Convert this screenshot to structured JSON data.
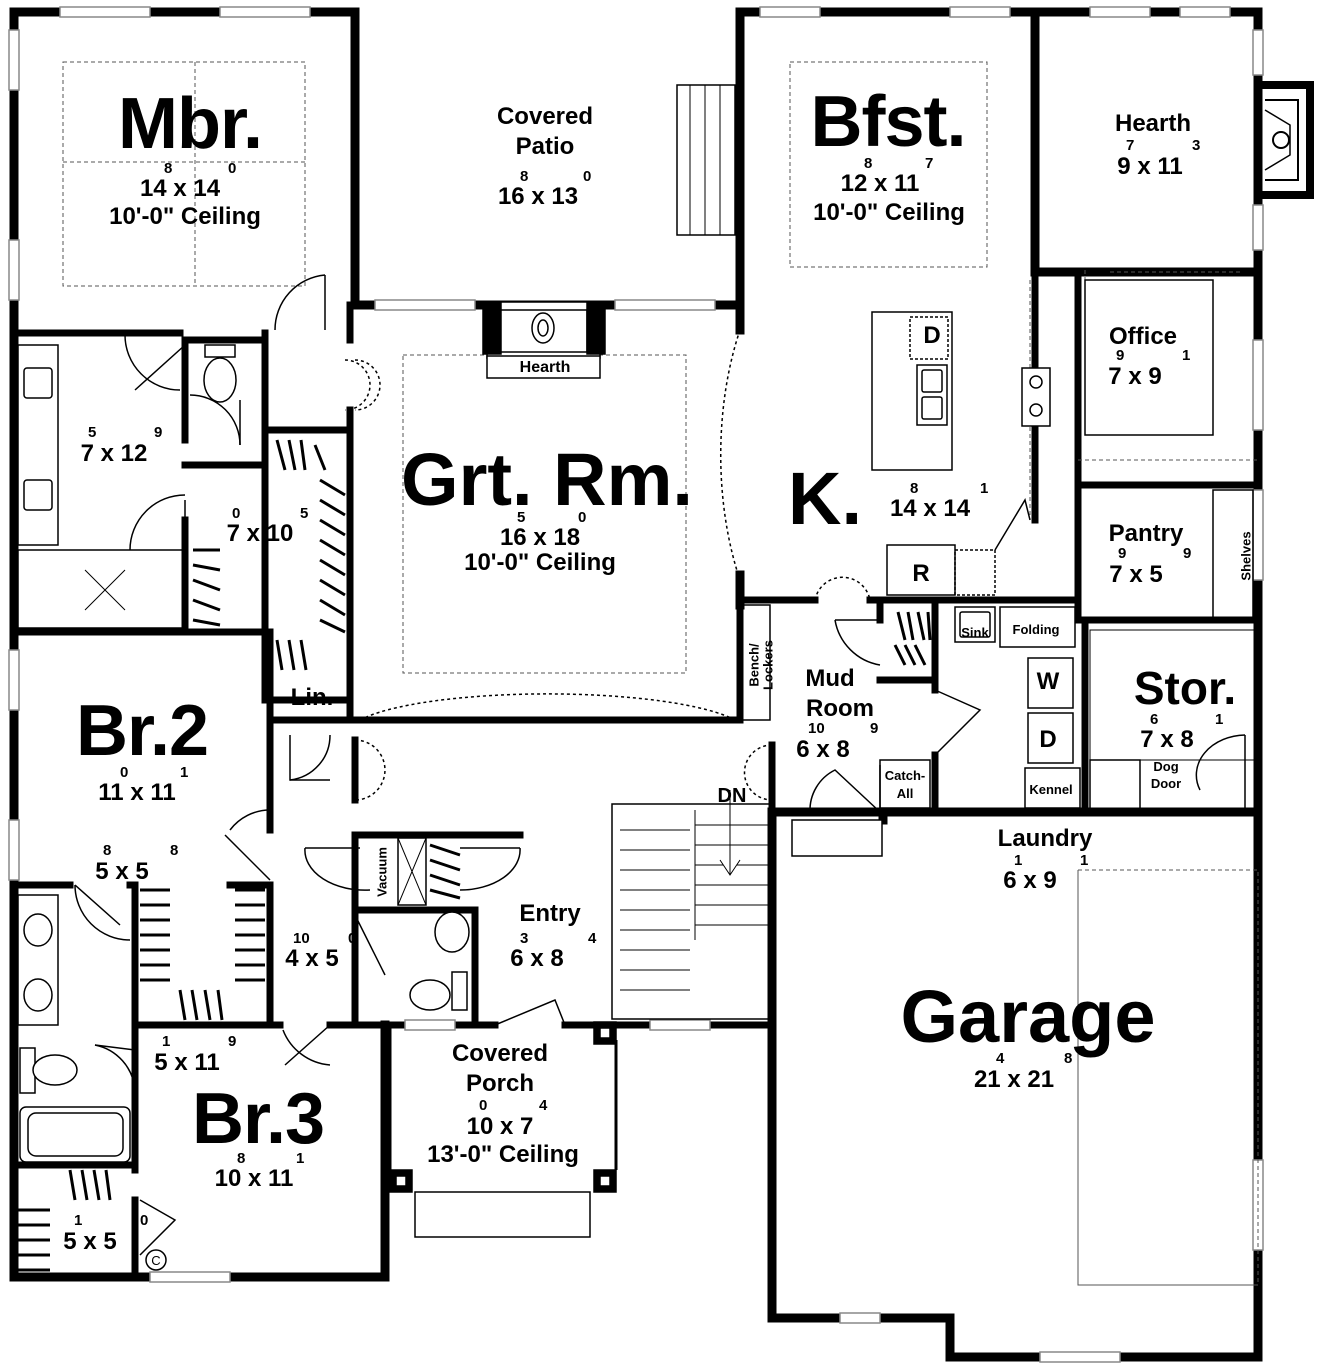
{
  "rooms": {
    "mbr": {
      "name": "Mbr.",
      "size": "14 x 14",
      "sup_a": "8",
      "sup_b": "0",
      "ceiling": "10'-0\" Ceiling"
    },
    "patio": {
      "name1": "Covered",
      "name2": "Patio",
      "size": "16 x 13",
      "sup_a": "8",
      "sup_b": "0"
    },
    "bfst": {
      "name": "Bfst.",
      "size": "12 x 11",
      "sup_a": "8",
      "sup_b": "7",
      "ceiling": "10'-0\" Ceiling"
    },
    "hearth_room": {
      "name": "Hearth",
      "size": "9 x 11",
      "sup_a": "7",
      "sup_b": "3"
    },
    "office": {
      "name": "Office",
      "size": "7 x 9",
      "sup_a": "9",
      "sup_b": "1"
    },
    "bath_master": {
      "size": "7 x 12",
      "sup_a": "5",
      "sup_b": "9"
    },
    "closet_master": {
      "size": "7 x 10",
      "sup_a": "0",
      "sup_b": "5"
    },
    "great_room": {
      "name": "Grt. Rm.",
      "size": "16 x 18",
      "sup_a": "5",
      "sup_b": "0",
      "ceiling": "10'-0\" Ceiling"
    },
    "kitchen": {
      "name": "K.",
      "size": "14 x 14",
      "sup_a": "8",
      "sup_b": "1"
    },
    "pantry": {
      "name": "Pantry",
      "size": "7 x 5",
      "sup_a": "9",
      "sup_b": "9",
      "shelves": "Shelves"
    },
    "br2": {
      "name": "Br.2",
      "size": "11 x 11",
      "sup_a": "0",
      "sup_b": "1"
    },
    "lin": {
      "name": "Lin."
    },
    "mud": {
      "name1": "Mud",
      "name2": "Room",
      "size": "6 x 8",
      "sup_a": "10",
      "sup_b": "9",
      "bench1": "Bench/",
      "bench2": "Lockers",
      "catch1": "Catch-",
      "catch2": "All"
    },
    "laundry": {
      "name": "Laundry",
      "size": "6 x 9",
      "sup_a": "1",
      "sup_b": "1",
      "sink": "Sink",
      "folding": "Folding",
      "washer": "W",
      "dryer": "D",
      "kennel": "Kennel"
    },
    "stor": {
      "name": "Stor.",
      "size": "7 x 8",
      "sup_a": "6",
      "sup_b": "1",
      "dog1": "Dog",
      "dog2": "Door"
    },
    "closet_br2": {
      "size": "5 x 5",
      "sup_a": "8",
      "sup_b": "8"
    },
    "hall_closet": {
      "size": "4 x 5",
      "sup_a": "10",
      "sup_b": "0"
    },
    "vacuum": {
      "name": "Vacuum"
    },
    "entry": {
      "name": "Entry",
      "size": "6 x 8",
      "sup_a": "3",
      "sup_b": "4",
      "dn": "DN"
    },
    "garage": {
      "name": "Garage",
      "size": "21 x 21",
      "sup_a": "4",
      "sup_b": "8"
    },
    "bath2": {
      "size": "5 x 11",
      "sup_a": "1",
      "sup_b": "9"
    },
    "br3": {
      "name": "Br.3",
      "size": "10 x 11",
      "sup_a": "8",
      "sup_b": "1"
    },
    "closet_br3": {
      "size": "5 x 5",
      "sup_a": "1",
      "sup_b": "0",
      "c": "C"
    },
    "porch": {
      "name1": "Covered",
      "name2": "Porch",
      "size": "10 x 7",
      "sup_a": "0",
      "sup_b": "4",
      "ceiling": "13'-0\" Ceiling"
    },
    "fireplace": {
      "name": "Hearth"
    },
    "appliances": {
      "dishwasher": "D",
      "fridge": "R"
    }
  }
}
